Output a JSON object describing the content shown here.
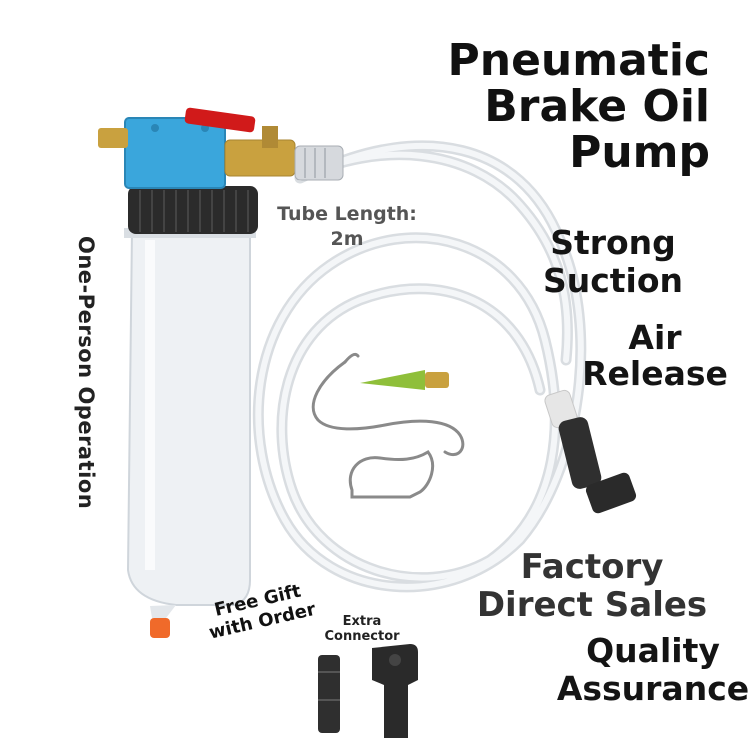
{
  "title": {
    "line1": "Pneumatic",
    "line2": "Brake Oil",
    "line3": "Pump"
  },
  "features": {
    "strong_line1": "Strong",
    "strong_line2": "Suction",
    "air_line1": "Air",
    "air_line2": "Release",
    "factory_line1": "Factory",
    "factory_line2": "Direct Sales",
    "quality_line1": "Quality",
    "quality_line2": "Assurance"
  },
  "tube": {
    "line1": "Tube Length:",
    "line2": "2m"
  },
  "side_label": "One-Person Operation",
  "gift": {
    "line1": "Free Gift",
    "line2": "with Order"
  },
  "extra": {
    "line1": "Extra",
    "line2": "Connector"
  },
  "colors": {
    "valve_body": "#3aa6dc",
    "brass": "#c9a13f",
    "valve_handle": "#d11a1a",
    "cap": "#2b2b2b",
    "bottle": "#eef1f4",
    "tip": "#f06a2a",
    "hose": "#e9ecef",
    "nozzle": "#2f2f2f",
    "green_tip": "#8fbf3a",
    "wire": "#8a8a8a"
  }
}
